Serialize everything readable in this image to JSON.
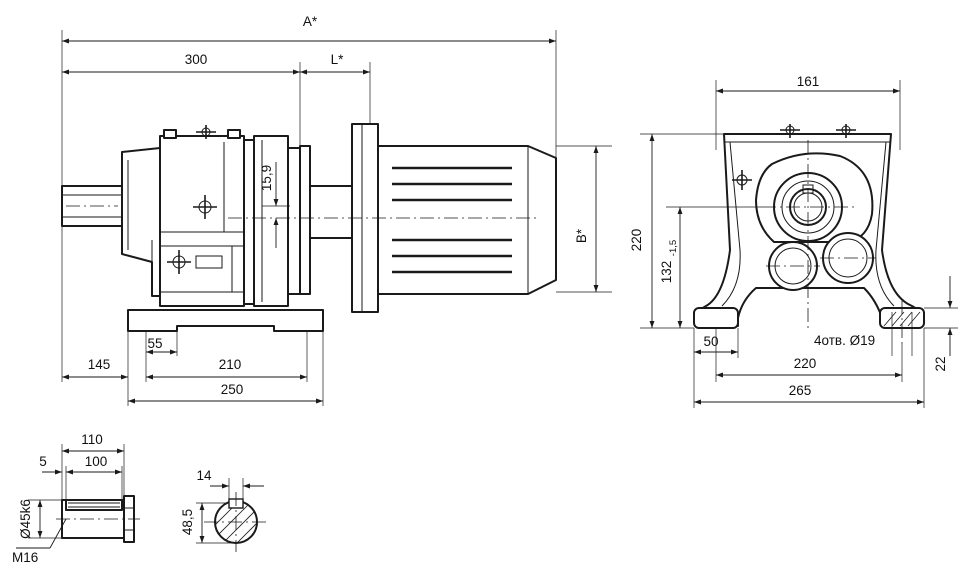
{
  "dimensions": {
    "overall_length": "A*",
    "length_300": "300",
    "motor_offset": "L*",
    "height_b": "B*",
    "shaft_offset": "15,9",
    "foot_145": "145",
    "foot_55": "55",
    "foot_210": "210",
    "foot_250": "250",
    "width_161": "161",
    "height_220": "220",
    "axis_height": "132",
    "axis_tolerance": "-1,5",
    "side_50": "50",
    "bolt_holes": "4отв. Ø19",
    "side_220": "220",
    "side_265": "265",
    "foot_thickness": "22",
    "shaft_110": "110",
    "shaft_5": "5",
    "shaft_100": "100",
    "shaft_diameter": "Ø45k6",
    "thread": "M16",
    "key_width": "14",
    "key_depth": "48,5"
  }
}
